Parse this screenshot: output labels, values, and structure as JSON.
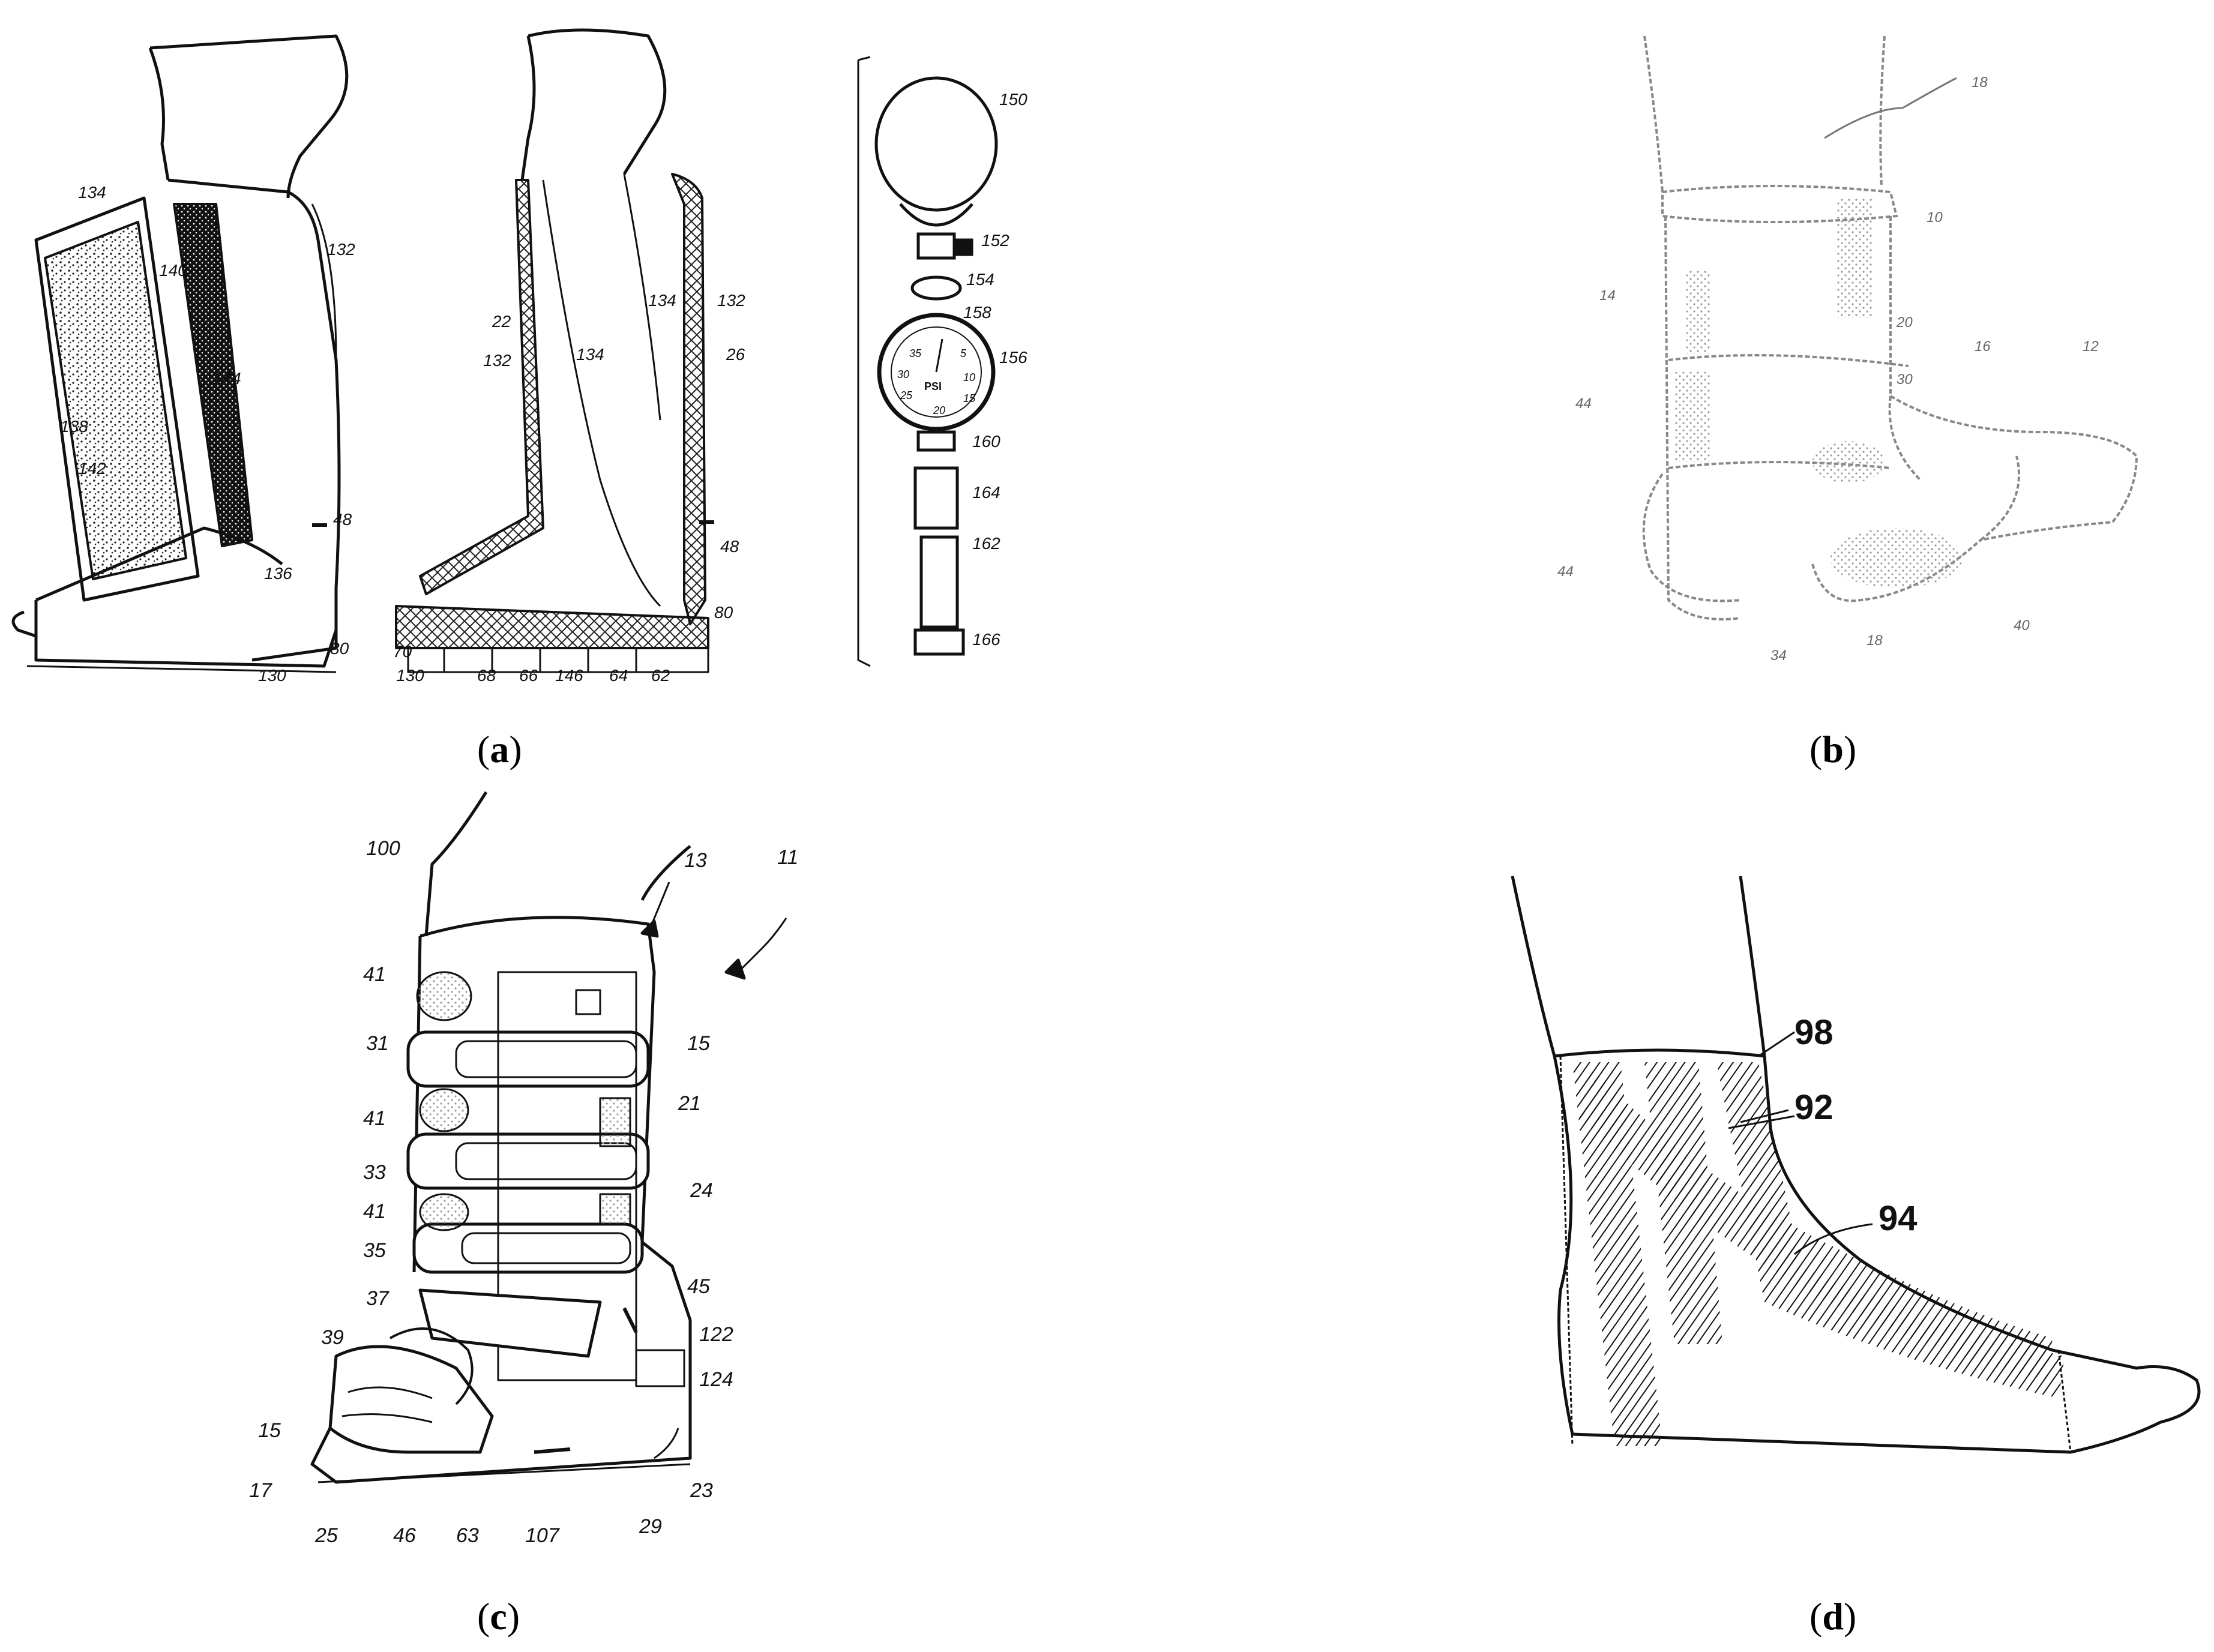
{
  "panels": [
    {
      "id": "a",
      "caption_open": "(",
      "caption_letter": "a",
      "caption_close": ")",
      "labels": [
        "134",
        "140",
        "132",
        "144",
        "138",
        "142",
        "48",
        "136",
        "80",
        "130",
        "22",
        "134",
        "132",
        "134",
        "132",
        "26",
        "48",
        "80",
        "70",
        "130",
        "68",
        "66",
        "146",
        "64",
        "62",
        "150",
        "152",
        "154",
        "158",
        "156",
        "35",
        "5",
        "30",
        "10",
        "25",
        "15",
        "20",
        "PSI",
        "160",
        "164",
        "162",
        "166"
      ]
    },
    {
      "id": "b",
      "caption_open": "(",
      "caption_letter": "b",
      "caption_close": ")",
      "labels": [
        "18",
        "10",
        "14",
        "20",
        "30",
        "16",
        "12",
        "44",
        "44",
        "34",
        "18",
        "40"
      ]
    },
    {
      "id": "c",
      "caption_open": "(",
      "caption_letter": "c",
      "caption_close": ")",
      "labels": [
        "100",
        "13",
        "11",
        "41",
        "31",
        "15",
        "41",
        "21",
        "33",
        "41",
        "24",
        "35",
        "45",
        "37",
        "122",
        "39",
        "124",
        "15",
        "17",
        "25",
        "46",
        "63",
        "107",
        "29",
        "23"
      ]
    },
    {
      "id": "d",
      "caption_open": "(",
      "caption_letter": "d",
      "caption_close": ")",
      "labels": [
        "98",
        "92",
        "94"
      ]
    }
  ]
}
